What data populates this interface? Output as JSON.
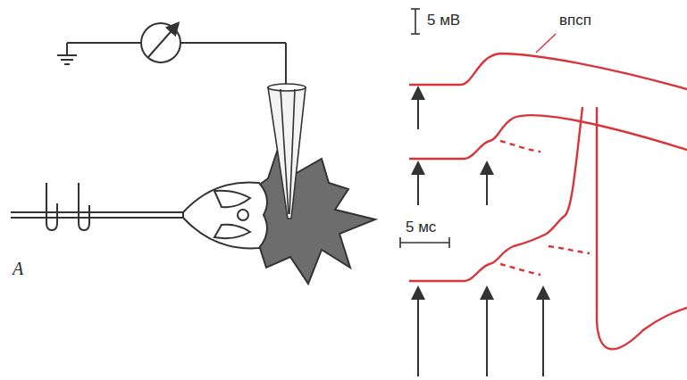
{
  "diagram": {
    "labels": [
      "5 мВ",
      "впсп",
      "5 мс",
      "А"
    ]
  }
}
